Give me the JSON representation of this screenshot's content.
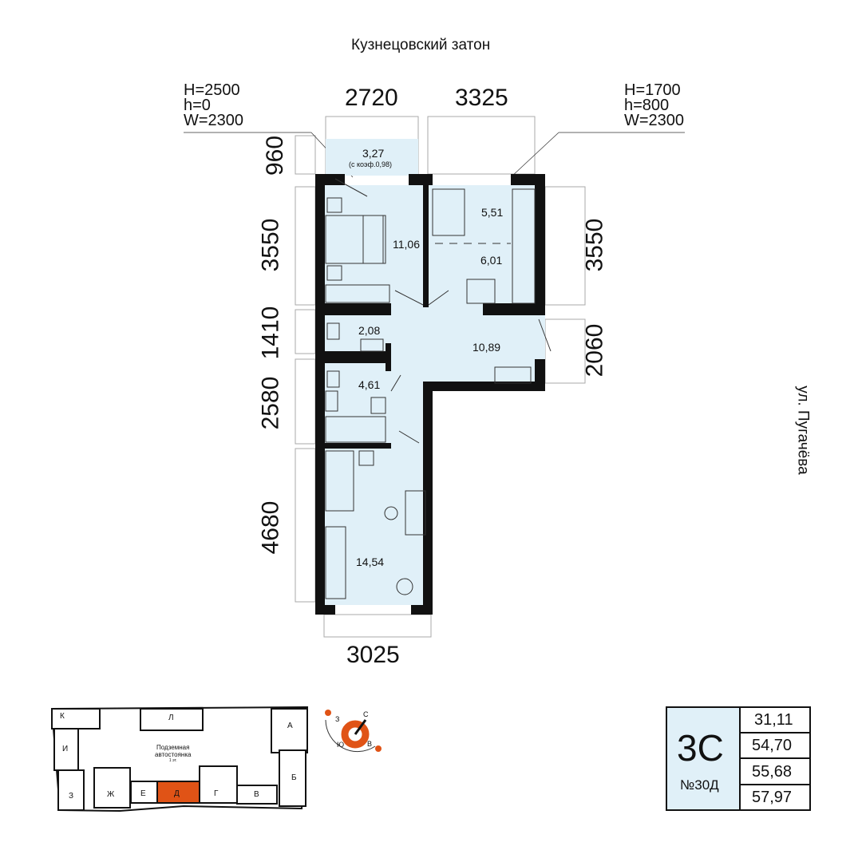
{
  "header": {
    "street_top": "Кузнецовский затон",
    "street_right": "ул. Пугачёва"
  },
  "windows": {
    "left": {
      "H": "H=2500",
      "h": "h=0",
      "W": "W=2300"
    },
    "right": {
      "H": "H=1700",
      "h": "h=800",
      "W": "W=2300"
    }
  },
  "dimensions": {
    "top_left": "2720",
    "top_right": "3325",
    "left": [
      "960",
      "3550",
      "1410",
      "2580",
      "4680"
    ],
    "right": [
      "3550",
      "2060"
    ],
    "bottom": "3025"
  },
  "rooms": {
    "balcony": "3,27",
    "balcony_note": "(с коэф.0,98)",
    "bedroom1": "11,06",
    "dining": "5,51",
    "kitchen": "6,01",
    "hall": "10,89",
    "wc": "2,08",
    "bath": "4,61",
    "bedroom2": "14,54"
  },
  "site_plan": {
    "title": "Подземная",
    "title2": "автостоянка",
    "floor": "1 эт.",
    "sections": [
      "К",
      "Л",
      "А",
      "И",
      "Б",
      "З",
      "Ж",
      "Е",
      "Д",
      "Г",
      "В"
    ],
    "highlight": "Д",
    "highlight_color": "#e05316"
  },
  "compass": {
    "n": "С",
    "s": "Ю",
    "e": "В",
    "w": "З",
    "color": "#e05316"
  },
  "summary": {
    "type": "3С",
    "number": "№30Д",
    "areas": [
      "31,11",
      "54,70",
      "55,68",
      "57,97"
    ],
    "accent": "#e0f0f8"
  }
}
